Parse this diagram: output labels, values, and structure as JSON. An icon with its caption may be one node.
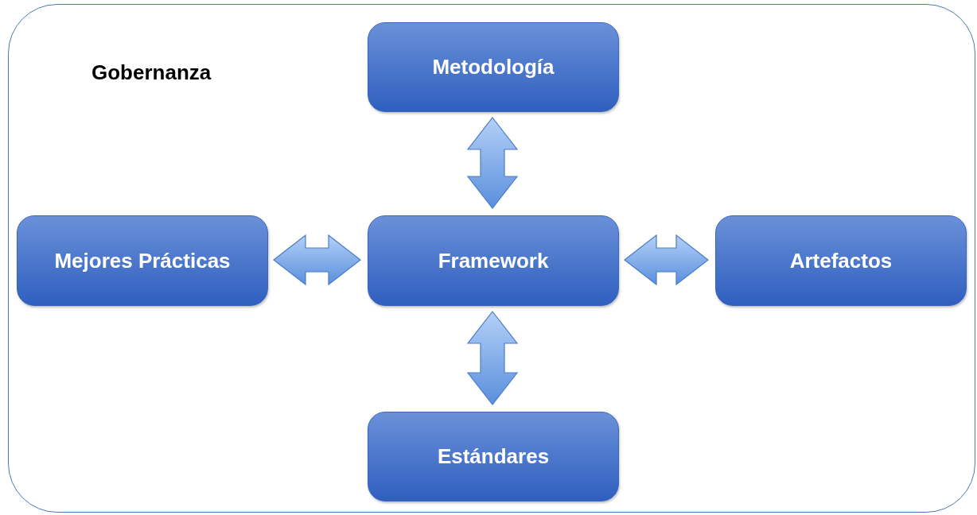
{
  "diagram": {
    "nodes": [
      {
        "text": [
          "Gobernanza"
        ]
      },
      {
        "text": [
          "Metodología"
        ],
        "in": 0
      },
      {
        "text": [
          "Mejores Prácticas"
        ],
        "in": 0
      },
      {
        "text": [
          "Framework"
        ],
        "in": 0
      },
      {
        "text": [
          "Artefactos"
        ],
        "in": 0
      },
      {
        "text": [
          "Estándares"
        ],
        "in": 0
      }
    ],
    "edges": [
      {
        "from": 1,
        "to": 3,
        "arrow": "both"
      },
      {
        "from": 2,
        "to": 3,
        "arrow": "both"
      },
      {
        "from": 3,
        "to": 4,
        "arrow": "both"
      },
      {
        "from": 3,
        "to": 5,
        "arrow": "both"
      }
    ]
  }
}
